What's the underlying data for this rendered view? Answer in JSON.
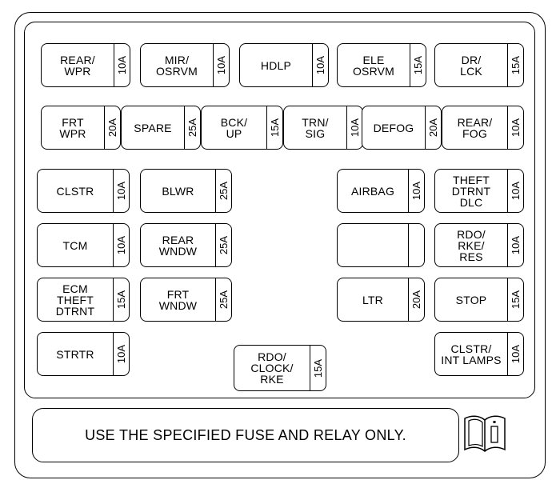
{
  "fuses": [
    {
      "id": "rear-wpr",
      "name": "REAR/\nWPR",
      "amp": "10A"
    },
    {
      "id": "mir-osrvm",
      "name": "MIR/\nOSRVM",
      "amp": "10A"
    },
    {
      "id": "hdlp",
      "name": "HDLP",
      "amp": "10A"
    },
    {
      "id": "ele-osrvm",
      "name": "ELE\nOSRVM",
      "amp": "15A"
    },
    {
      "id": "dr-lck",
      "name": "DR/\nLCK",
      "amp": "15A"
    },
    {
      "id": "frt-wpr",
      "name": "FRT\nWPR",
      "amp": "20A"
    },
    {
      "id": "spare",
      "name": "SPARE",
      "amp": "25A"
    },
    {
      "id": "bck-up",
      "name": "BCK/\nUP",
      "amp": "15A"
    },
    {
      "id": "trn-sig",
      "name": "TRN/\nSIG",
      "amp": "10A"
    },
    {
      "id": "defog",
      "name": "DEFOG",
      "amp": "20A"
    },
    {
      "id": "rear-fog",
      "name": "REAR/\nFOG",
      "amp": "10A"
    },
    {
      "id": "clstr",
      "name": "CLSTR",
      "amp": "10A"
    },
    {
      "id": "blwr",
      "name": "BLWR",
      "amp": "25A"
    },
    {
      "id": "airbag",
      "name": "AIRBAG",
      "amp": "10A"
    },
    {
      "id": "theft-dtrnt-dlc",
      "name": "THEFT\nDTRNT\nDLC",
      "amp": "10A"
    },
    {
      "id": "tcm",
      "name": "TCM",
      "amp": "10A"
    },
    {
      "id": "rear-wndw",
      "name": "REAR\nWNDW",
      "amp": "25A"
    },
    {
      "id": "empty",
      "name": "",
      "amp": ""
    },
    {
      "id": "rdo-rke-res",
      "name": "RDO/\nRKE/\nRES",
      "amp": "10A"
    },
    {
      "id": "ecm-theft-dtrnt",
      "name": "ECM\nTHEFT\nDTRNT",
      "amp": "15A"
    },
    {
      "id": "frt-wndw",
      "name": "FRT\nWNDW",
      "amp": "25A"
    },
    {
      "id": "ltr",
      "name": "LTR",
      "amp": "20A"
    },
    {
      "id": "stop",
      "name": "STOP",
      "amp": "15A"
    },
    {
      "id": "strtr",
      "name": "STRTR",
      "amp": "10A"
    },
    {
      "id": "rdo-clock-rke",
      "name": "RDO/\nCLOCK/\nRKE",
      "amp": "15A"
    },
    {
      "id": "clstr-int-lamps",
      "name": "CLSTR/\nINT LAMPS",
      "amp": "10A"
    }
  ],
  "note": "USE THE SPECIFIED FUSE AND RELAY ONLY.",
  "book_icon": "owners-manual-info-icon"
}
